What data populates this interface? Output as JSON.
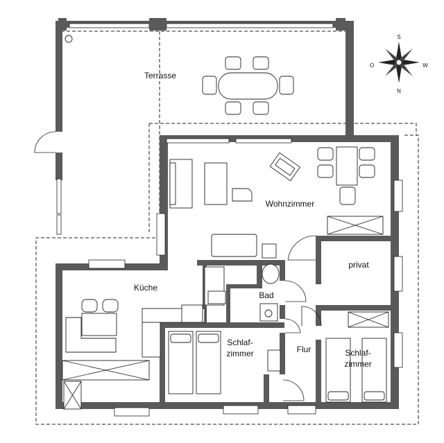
{
  "rooms": {
    "terrasse": "Terrasse",
    "wohnzimmer": "Wohnzimmer",
    "privat": "privat",
    "kueche": "Küche",
    "bad": "Bad",
    "schlaf1_l1": "Schlaf-",
    "schlaf1_l2": "zimmer",
    "flur": "Flur",
    "schlaf2_l1": "Schlaf-",
    "schlaf2_l2": "zimmer"
  },
  "compass": {
    "s": "S",
    "o": "O",
    "w": "W",
    "n": "N"
  }
}
